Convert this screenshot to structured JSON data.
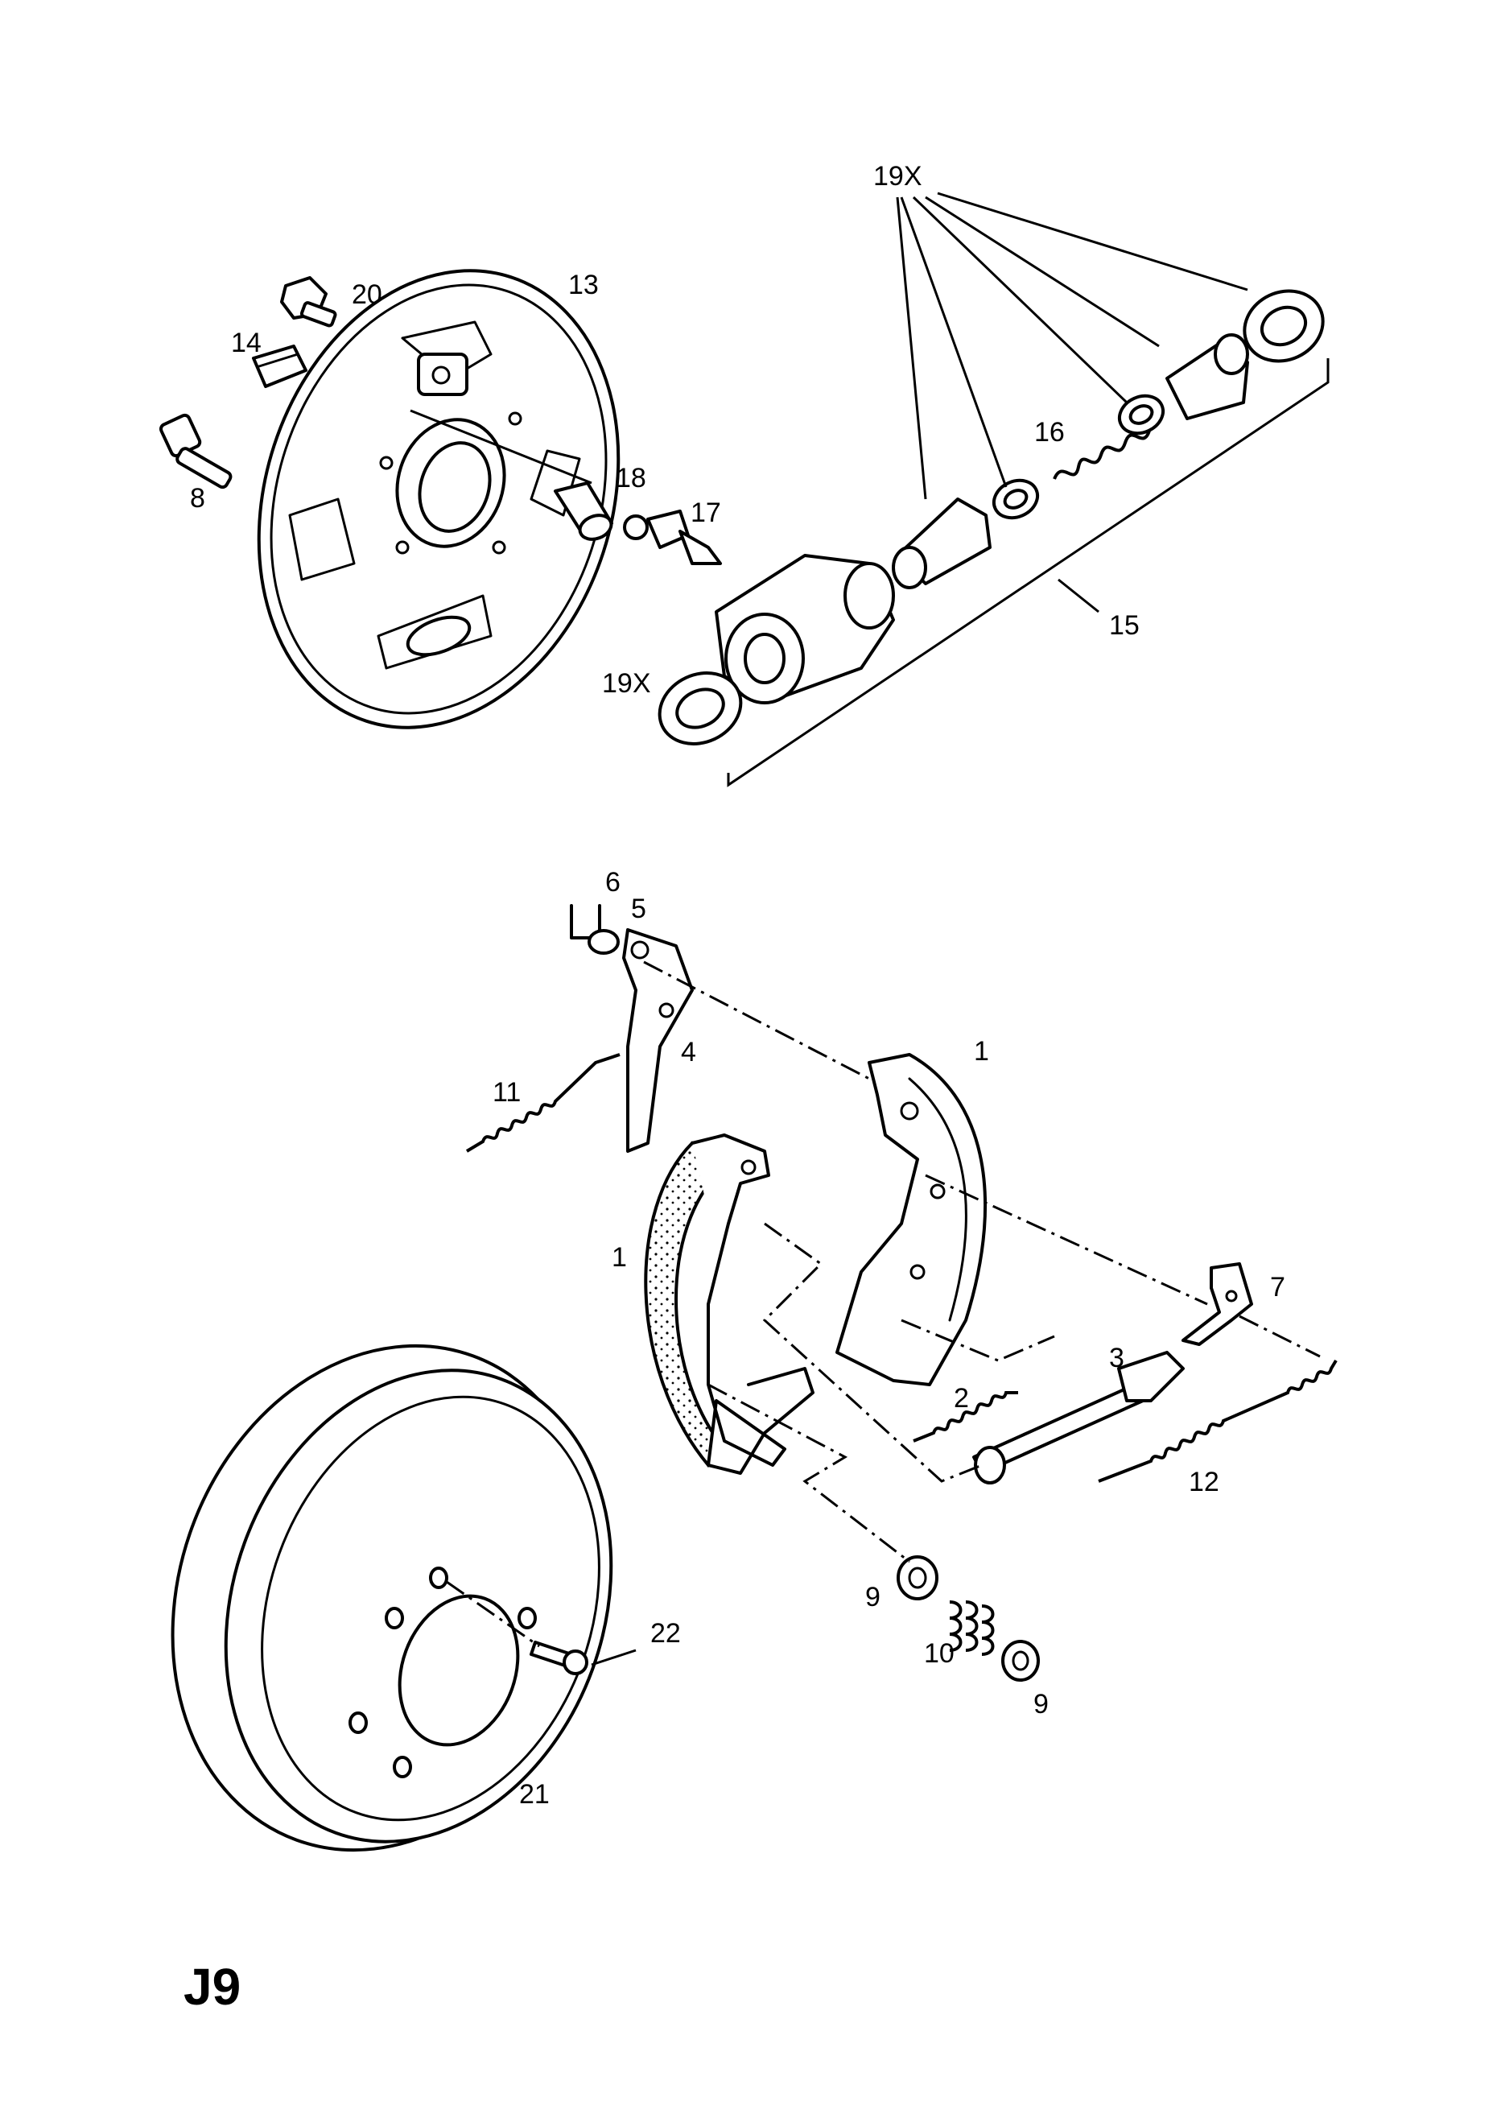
{
  "page_code": "J9",
  "callouts": {
    "c19x_top": "19X",
    "c20": "20",
    "c13": "13",
    "c14": "14",
    "c8": "8",
    "c18": "18",
    "c17": "17",
    "c16": "16",
    "c15": "15",
    "c19x_left": "19X",
    "c6": "6",
    "c5": "5",
    "c4": "4",
    "c11": "11",
    "c1_right": "1",
    "c1_left": "1",
    "c7": "7",
    "c3": "3",
    "c2": "2",
    "c12": "12",
    "c9_top": "9",
    "c10": "10",
    "c9_bottom": "9",
    "c22": "22",
    "c21": "21"
  }
}
